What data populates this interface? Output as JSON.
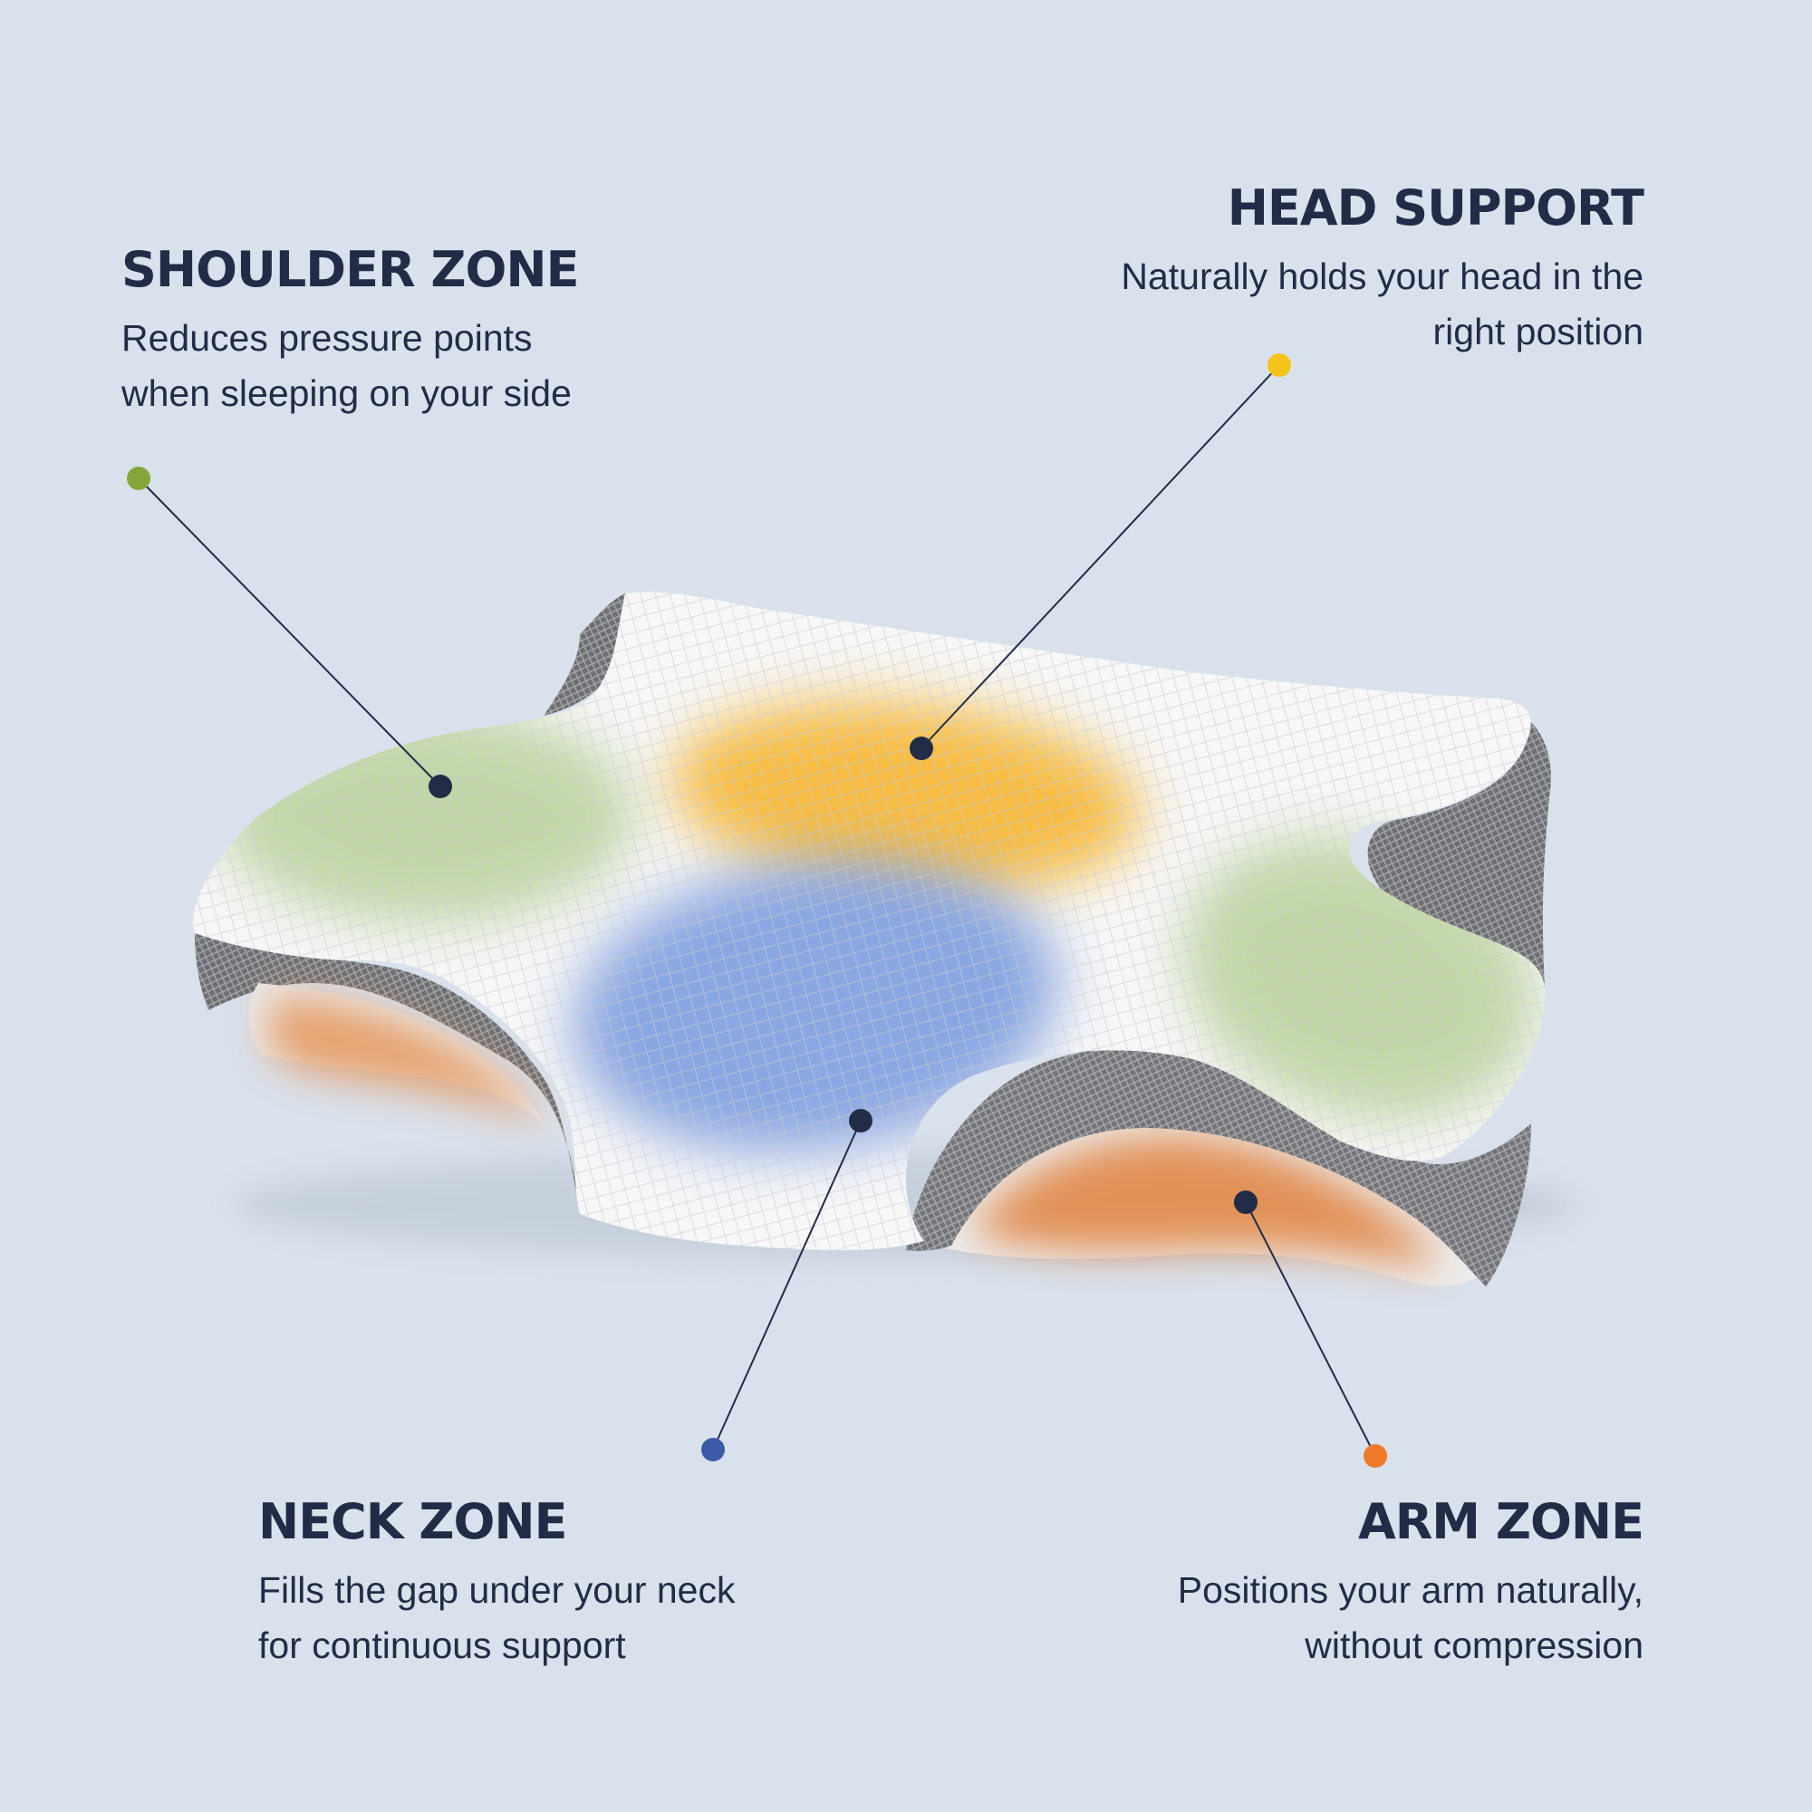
{
  "colors": {
    "background": "#d9e1ec",
    "text": "#222c47",
    "shoulder_accent": "#86a63a",
    "head_accent": "#f5c419",
    "neck_accent": "#3d5aa8",
    "arm_accent": "#f07a2a",
    "marker_dark": "#222c47"
  },
  "callouts": {
    "shoulder": {
      "title": "SHOULDER ZONE",
      "line1": "Reduces pressure points",
      "line2": "when sleeping on your side"
    },
    "head": {
      "title": "HEAD SUPPORT",
      "line1": "Naturally holds your head in the",
      "line2": "right position"
    },
    "neck": {
      "title": "NECK ZONE",
      "line1": "Fills the gap under your neck",
      "line2": "for continuous support"
    },
    "arm": {
      "title": "ARM ZONE",
      "line1": "Positions your arm naturally,",
      "line2": "without compression"
    }
  },
  "illustration": {
    "subject": "contoured cervical memory foam pillow",
    "zones": [
      "shoulder",
      "head",
      "neck",
      "arm"
    ]
  }
}
